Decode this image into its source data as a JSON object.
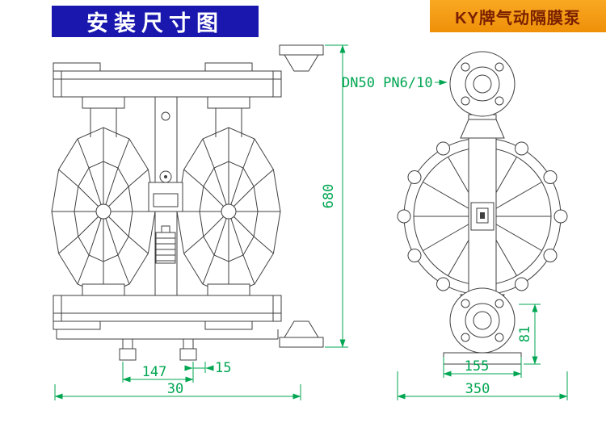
{
  "header": {
    "title": "安装尺寸图",
    "brand_badge": "KY牌气动隔膜泵"
  },
  "colors": {
    "title_banner_blue": "#1a17ae",
    "brand_banner_orange": "#f49d12",
    "dimension_green": "#00a651",
    "drawing_line_gray": "#3f3f3f"
  },
  "drawing": {
    "flange_spec": "DN50 PN6/10",
    "dimensions": {
      "overall_height": "680",
      "foot_offset": "15",
      "foot_spacing": "147",
      "base_width": "30",
      "flange_width": "155",
      "outlet_height": "81",
      "overall_depth": "350"
    }
  }
}
